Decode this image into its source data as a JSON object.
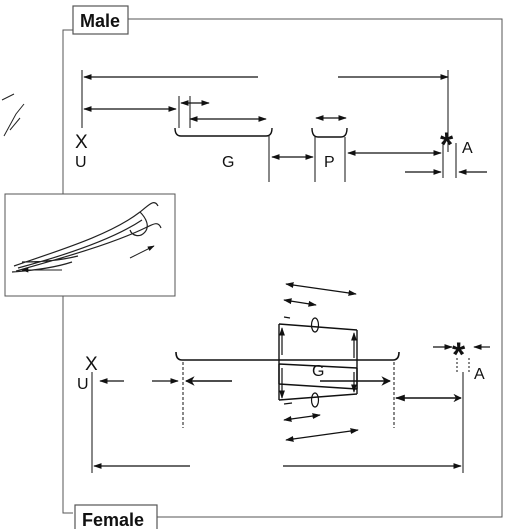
{
  "figure": {
    "male_panel": {
      "tag": "Male",
      "labels": {
        "u": "U",
        "g": "G",
        "p": "P",
        "a": "A"
      }
    },
    "female_panel": {
      "tag": "Female",
      "labels": {
        "u": "U",
        "g": "G",
        "a": "A"
      }
    },
    "marker_symbols": {
      "asterisk": "*",
      "cross": "X"
    },
    "inset": {
      "content": "side-view-sketch-icon"
    }
  }
}
